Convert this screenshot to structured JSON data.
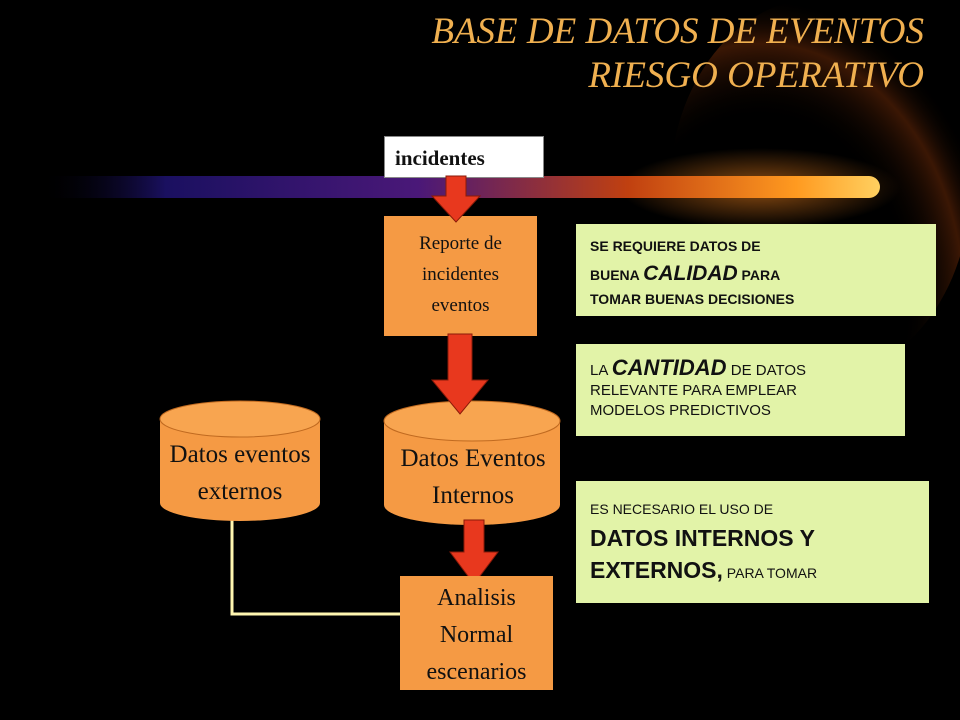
{
  "title": {
    "line1": "BASE DE DATOS DE EVENTOS",
    "line2": "RIESGO OPERATIVO"
  },
  "diagram": {
    "incidentes": "incidentes",
    "reporte": [
      "Reporte de",
      "incidentes",
      "eventos"
    ],
    "datos_internos": [
      "Datos Eventos",
      "Internos"
    ],
    "datos_externos": [
      "Datos eventos",
      "externos"
    ],
    "analisis": [
      "Analisis",
      "Normal",
      "escenarios"
    ]
  },
  "notes": {
    "note1": {
      "line1": "SE REQUIERE DATOS DE",
      "line2_pre": "BUENA ",
      "line2_emph": "CALIDAD",
      "line2_post": " PARA",
      "line3": "TOMAR BUENAS DECISIONES"
    },
    "note2": {
      "line1_pre": "LA ",
      "line1_emph": "CANTIDAD",
      "line1_post": " DE DATOS",
      "line2": "RELEVANTE PARA EMPLEAR",
      "line3": "MODELOS PREDICTIVOS"
    },
    "note3": {
      "line1": "ES NECESARIO EL USO DE",
      "line2": "DATOS INTERNOS Y",
      "line3_bold": "EXTERNOS,",
      "line3_small": " PARA TOMAR"
    }
  },
  "colors": {
    "box_fill": "#f59a44",
    "arrow": "#e8381e",
    "note_fill": "#e2f3a8",
    "title": "#f0b050",
    "connector": "#fff6b0"
  }
}
